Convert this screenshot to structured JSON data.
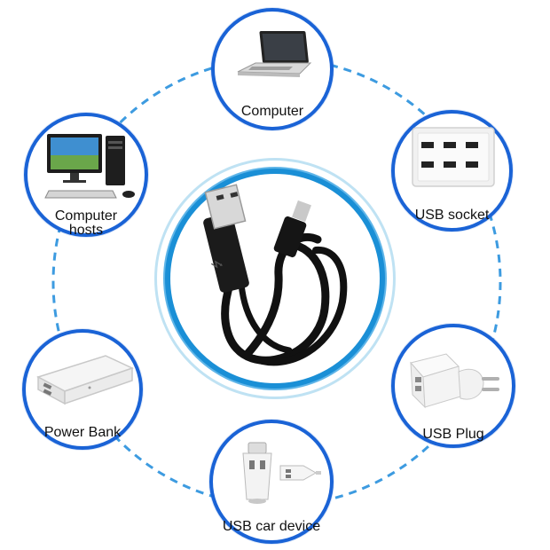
{
  "center": {
    "item": "usb-to-micro-usb-cable"
  },
  "nodes": {
    "computer": {
      "label": "Computer",
      "icon": "laptop-icon"
    },
    "usb_socket": {
      "label": "USB socket",
      "icon": "usb-socket-icon"
    },
    "computer_hosts": {
      "label_line1": "Computer",
      "label_line2": "hosts",
      "icon": "desktop-computer-icon"
    },
    "power_bank": {
      "label": "Power Bank",
      "icon": "power-bank-icon"
    },
    "usb_plug": {
      "label": "USB Plug",
      "icon": "usb-plug-icon"
    },
    "usb_car_device": {
      "label": "USB car device",
      "icon": "car-charger-icon"
    }
  },
  "colors": {
    "ring": "#1a63d6",
    "dashed": "#3d9be0",
    "center_ring": "#1a8fd6",
    "center_halo": "#bfe2f3"
  }
}
